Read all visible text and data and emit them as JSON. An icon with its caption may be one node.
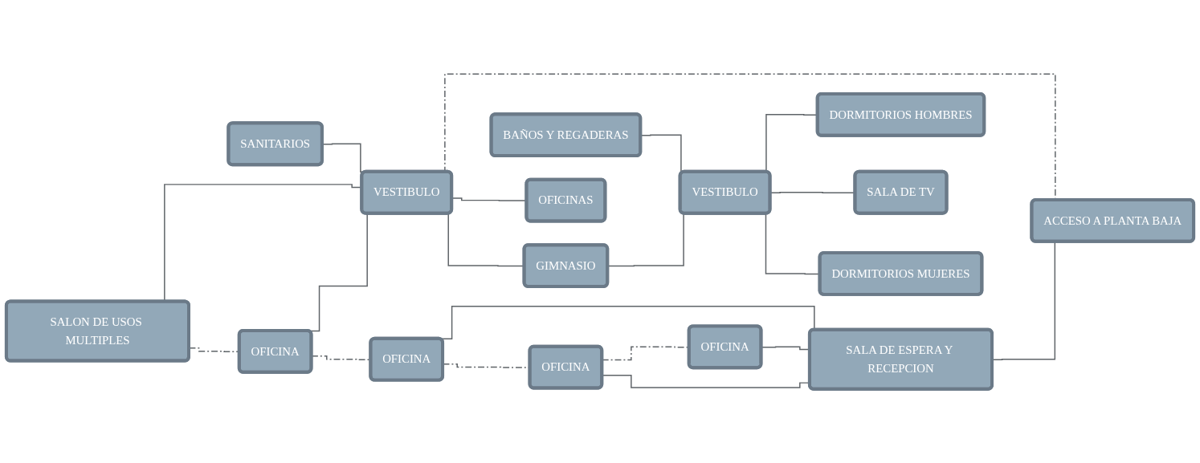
{
  "diagram": {
    "nodes": [
      {
        "text": [
          "SALON DE USOS MULTIPLES"
        ]
      },
      {
        "text": [
          "SANITARIOS"
        ]
      },
      {
        "text": [
          "GIMNASIO"
        ]
      },
      {
        "text": [
          "BAÑOS Y REGADERAS"
        ]
      },
      {
        "text": [
          "DORMITORIOS HOMBRES"
        ]
      },
      {
        "text": [
          "OFICINA"
        ]
      },
      {
        "text": [
          "VESTIBULO"
        ]
      },
      {
        "text": [
          "VESTIBULO"
        ]
      },
      {
        "text": [
          "OFICINA"
        ]
      },
      {
        "text": [
          "SALA DE ESPERA Y RECEPCION"
        ]
      },
      {
        "text": [
          "ACCESO A PLANTA BAJA"
        ]
      },
      {
        "text": [
          "OFICINAS"
        ]
      },
      {
        "text": [
          "SALA DE TV"
        ]
      },
      {
        "text": [
          "DORMITORIOS MUJERES"
        ]
      },
      {
        "text": [
          "OFICINA"
        ]
      },
      {
        "text": [
          "OFICINA"
        ]
      }
    ],
    "edges": [
      {
        "from": 0,
        "to": 6,
        "arrow": "none"
      },
      {
        "from": 1,
        "to": 6,
        "arrow": "none"
      },
      {
        "from": 0,
        "to": 5,
        "arrow": "none",
        "style": "dashed"
      },
      {
        "from": 5,
        "to": 6,
        "arrow": "none"
      },
      {
        "from": 5,
        "to": 8,
        "arrow": "none",
        "style": "dashed"
      },
      {
        "from": 6,
        "to": 10,
        "arrow": "none",
        "style": "dashed"
      },
      {
        "from": 6,
        "to": 11,
        "arrow": "none"
      },
      {
        "from": 6,
        "to": 2,
        "arrow": "none"
      },
      {
        "from": 2,
        "to": 7,
        "arrow": "none"
      },
      {
        "from": 3,
        "to": 7,
        "arrow": "none"
      },
      {
        "from": 7,
        "to": 4,
        "arrow": "none"
      },
      {
        "from": 7,
        "to": 12,
        "arrow": "none"
      },
      {
        "from": 7,
        "to": 13,
        "arrow": "none"
      },
      {
        "from": 8,
        "to": 9,
        "arrow": "none"
      },
      {
        "from": 8,
        "to": 14,
        "arrow": "none",
        "style": "dashed"
      },
      {
        "from": 14,
        "to": 15,
        "arrow": "none",
        "style": "dashed"
      },
      {
        "from": 9,
        "to": 10,
        "arrow": "none"
      },
      {
        "from": 14,
        "to": 9,
        "arrow": "none"
      },
      {
        "from": 15,
        "to": 9,
        "arrow": "none"
      }
    ]
  }
}
